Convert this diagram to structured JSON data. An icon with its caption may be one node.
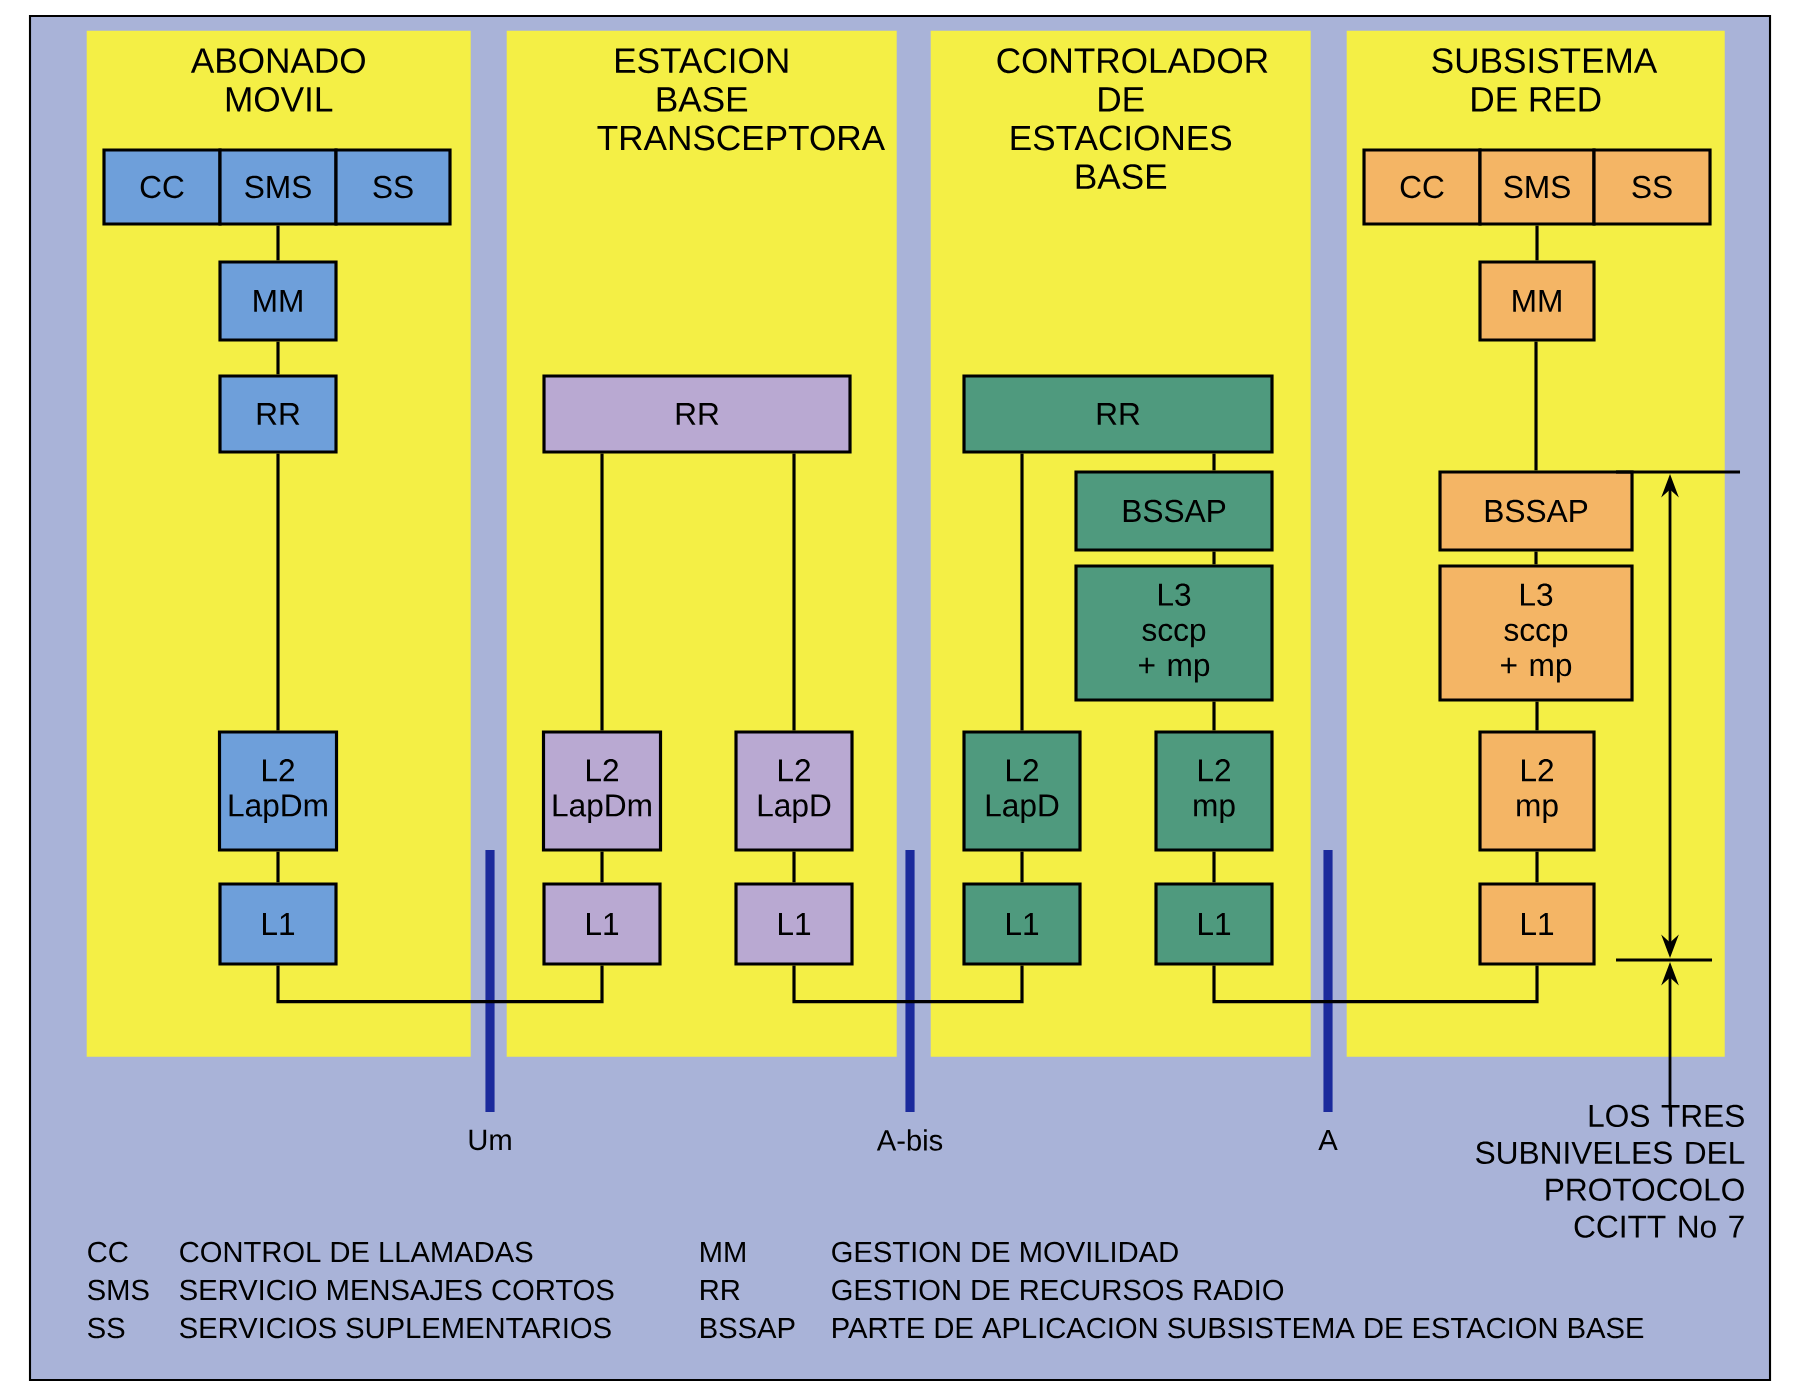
{
  "diagram": {
    "nodes": [
      {
        "text": [
          "ABONADO MOVIL"
        ]
      },
      {
        "text": [
          "CC"
        ],
        "in": 0
      },
      {
        "text": [
          "SMS"
        ],
        "in": 0
      },
      {
        "text": [
          "SS"
        ],
        "in": 0
      },
      {
        "text": [
          "MM"
        ],
        "in": 0
      },
      {
        "text": [
          "RR"
        ],
        "in": 0
      },
      {
        "text": [
          "L2 LapDm"
        ],
        "in": 0
      },
      {
        "text": [
          "L1"
        ],
        "in": 0
      },
      {
        "text": [
          "ESTACION BASE TRANSCEPTORA"
        ]
      },
      {
        "text": [
          "RR"
        ],
        "in": 8
      },
      {
        "text": [
          "L2 LapDm"
        ],
        "in": 8
      },
      {
        "text": [
          "L2 LapD"
        ],
        "in": 8
      },
      {
        "text": [
          "L1"
        ],
        "in": 8
      },
      {
        "text": [
          "L1"
        ],
        "in": 8
      },
      {
        "text": [
          "CONTROLADOR DE ESTACIONES BASE"
        ]
      },
      {
        "text": [
          "RR"
        ],
        "in": 14
      },
      {
        "text": [
          "BSSAP"
        ],
        "in": 14
      },
      {
        "text": [
          "L3 sccp + mp"
        ],
        "in": 14
      },
      {
        "text": [
          "L2 LapD"
        ],
        "in": 14
      },
      {
        "text": [
          "L2 mp"
        ],
        "in": 14
      },
      {
        "text": [
          "L1"
        ],
        "in": 14
      },
      {
        "text": [
          "L1"
        ],
        "in": 14
      },
      {
        "text": [
          "SUBSISTEMA DE RED"
        ]
      },
      {
        "text": [
          "CC"
        ],
        "in": 22
      },
      {
        "text": [
          "SMS"
        ],
        "in": 22
      },
      {
        "text": [
          "SS"
        ],
        "in": 22
      },
      {
        "text": [
          "MM"
        ],
        "in": 22
      },
      {
        "text": [
          "BSSAP"
        ],
        "in": 22
      },
      {
        "text": [
          "L3 sccp + mp"
        ],
        "in": 22
      },
      {
        "text": [
          "L2 mp"
        ],
        "in": 22
      },
      {
        "text": [
          "L1"
        ],
        "in": 22
      }
    ],
    "edges": [
      {
        "from": 2,
        "to": 4,
        "arrow": "none"
      },
      {
        "from": 4,
        "to": 5,
        "arrow": "none"
      },
      {
        "from": 5,
        "to": 6,
        "arrow": "none"
      },
      {
        "from": 6,
        "to": 7,
        "arrow": "none"
      },
      {
        "from": 9,
        "to": 10,
        "arrow": "none"
      },
      {
        "from": 9,
        "to": 11,
        "arrow": "none"
      },
      {
        "from": 10,
        "to": 12,
        "arrow": "none"
      },
      {
        "from": 11,
        "to": 13,
        "arrow": "none"
      },
      {
        "from": 15,
        "to": 18,
        "arrow": "none"
      },
      {
        "from": 15,
        "to": 16,
        "arrow": "none"
      },
      {
        "from": 16,
        "to": 17,
        "arrow": "none"
      },
      {
        "from": 17,
        "to": 19,
        "arrow": "none"
      },
      {
        "from": 18,
        "to": 20,
        "arrow": "none"
      },
      {
        "from": 19,
        "to": 21,
        "arrow": "none"
      },
      {
        "from": 24,
        "to": 26,
        "arrow": "none"
      },
      {
        "from": 26,
        "to": 27,
        "arrow": "none"
      },
      {
        "from": 27,
        "to": 28,
        "arrow": "none"
      },
      {
        "from": 28,
        "to": 29,
        "arrow": "none"
      },
      {
        "from": 29,
        "to": 30,
        "arrow": "none"
      },
      {
        "from": 7,
        "to": 12,
        "arrow": "none"
      },
      {
        "from": 13,
        "to": 20,
        "arrow": "none"
      },
      {
        "from": 21,
        "to": 30,
        "arrow": "none"
      }
    ],
    "labels": [
      "Um",
      "A-bis",
      "A",
      "LOS TRES SUBNIVELES DEL PROTOCOLO CCITT No 7",
      "CC",
      "CONTROL DE LLAMADAS",
      "MM",
      "GESTION DE MOVILIDAD",
      "SMS",
      "SERVICIO MENSAJES CORTOS",
      "RR",
      "GESTION DE RECURSOS RADIO",
      "SS",
      "SERVICIOS SUPLEMENTARIOS",
      "BSSAP",
      "PARTE DE APLICACION SUBSISTEMA DE ESTACION BASE"
    ]
  }
}
